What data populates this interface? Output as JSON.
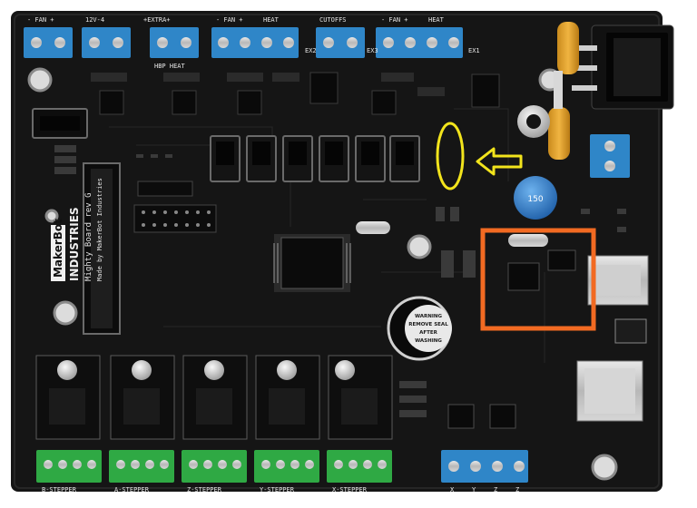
{
  "board": {
    "logo_line1": "MakerBot",
    "logo_line2": "INDUSTRIES",
    "model": "Mighty Board rev G",
    "credit": "Made by MakerBot Industries"
  },
  "top_labels": [
    "- FAN +",
    "12V-4",
    "+EXTRA+",
    "HBP HEAT",
    "- FAN +",
    "HEAT",
    "CUTOFFS",
    "- FAN +",
    "HEAT"
  ],
  "side_labels": [
    "EX2",
    "EX3",
    "EX1"
  ],
  "stepper_labels": [
    "B-STEPPER",
    "A-STEPPER",
    "Z-STEPPER",
    "Y-STEPPER",
    "X-STEPPER"
  ],
  "limit_labels": [
    "X",
    "Y",
    "Z",
    "Z"
  ],
  "buzzer_text": [
    "WARNING",
    "REMOVE SEAL",
    "AFTER",
    "WASHING"
  ],
  "capacitor_value": "150",
  "colors": {
    "pcb": "#141414",
    "terminal_blue": "#2f86c8",
    "terminal_green": "#2fa944",
    "highlight_ellipse": "#f2e41c",
    "highlight_arrow": "#f2e41c",
    "highlight_rect": "#f26a22",
    "capacitor_blue": "#2f7fd0"
  },
  "icons": [
    "power-switch-icon",
    "fuse-icon",
    "usb-port-icon",
    "sd-card-icon",
    "buzzer-icon"
  ]
}
